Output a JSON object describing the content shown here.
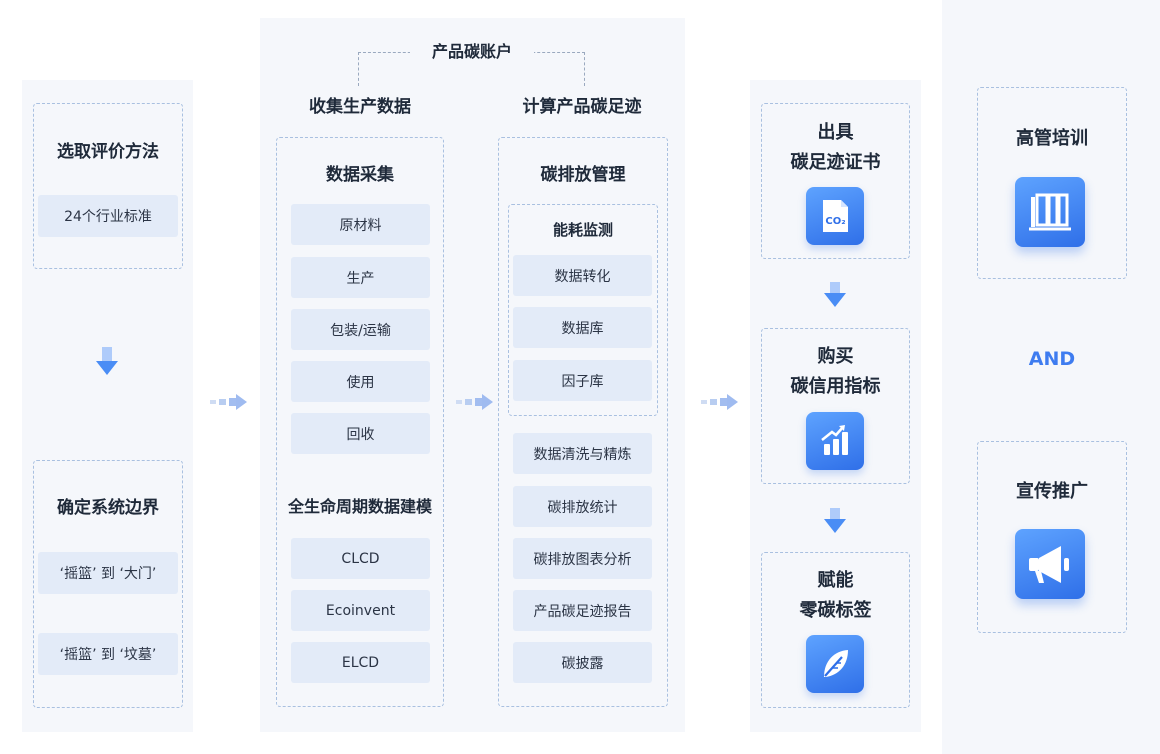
{
  "left": {
    "method_title": "选取评价方法",
    "method_item": "24个行业标准",
    "boundary_title": "确定系统边界",
    "boundary_items": [
      "‘摇篮’ 到 ‘大门’",
      "‘摇篮’ 到 ‘坟墓’"
    ]
  },
  "center": {
    "account_label": "产品碳账户",
    "collect_label": "收集生产数据",
    "calc_label": "计算产品碳足迹",
    "collection": {
      "title": "数据采集",
      "items": [
        "原材料",
        "生产",
        "包装/运输",
        "使用",
        "回收"
      ],
      "model_title": "全生命周期数据建模",
      "model_items": [
        "CLCD",
        "Ecoinvent",
        "ELCD"
      ]
    },
    "management": {
      "title": "碳排放管理",
      "energy_title": "能耗监测",
      "energy_items": [
        "数据转化",
        "数据库",
        "因子库"
      ],
      "items": [
        "数据清洗与精炼",
        "碳排放统计",
        "碳排放图表分析",
        "产品碳足迹报告",
        "碳披露"
      ]
    }
  },
  "results": {
    "certificate": "出具\n碳足迹证书",
    "certificate_icon_text": "CO₂",
    "credit": "购买\n碳信用指标",
    "label": "赋能\n零碳标签"
  },
  "extras": {
    "training": "高管培训",
    "and": "AND",
    "promotion": "宣传推广"
  },
  "colors": {
    "accent": "#3e7cf0",
    "chip": "#e3ebf8",
    "panel": "#f5f7fb",
    "dash": "#a9c0e0"
  }
}
